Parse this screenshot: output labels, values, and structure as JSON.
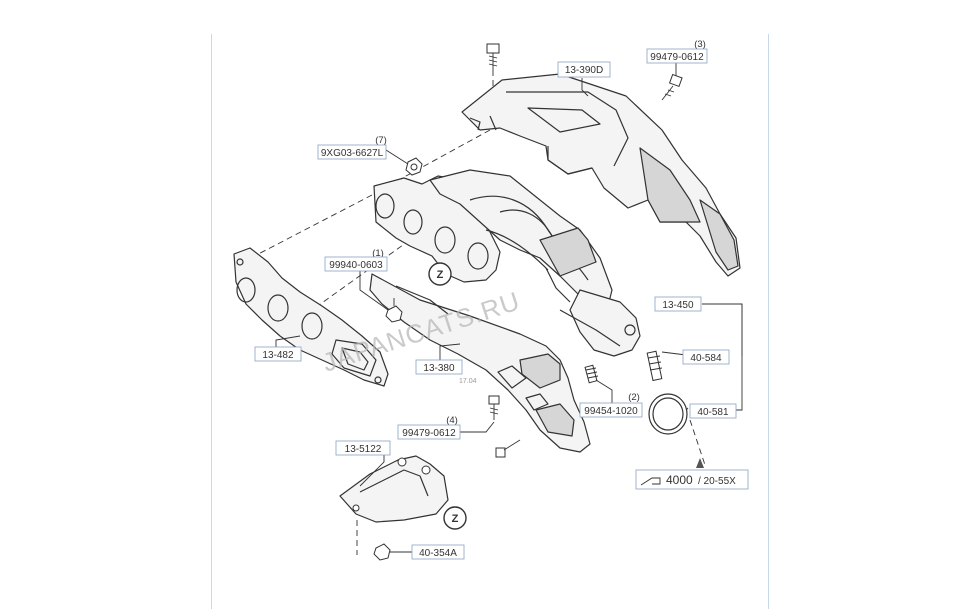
{
  "watermark": "JAPANCATS.RU",
  "faint_tag": "17.04",
  "reference": {
    "main": "4000",
    "sub": "/ 20-55X"
  },
  "detail_marker": "Z",
  "parts": {
    "p13_390D": {
      "code": "13-390D"
    },
    "p99479_0612_top": {
      "code": "99479-0612",
      "qty": "(3)"
    },
    "p9XG03": {
      "code": "9XG03-6627L",
      "qty": "(7)"
    },
    "p99940_0603": {
      "code": "99940-0603",
      "qty": "(1)"
    },
    "p13_482": {
      "code": "13-482"
    },
    "p13_380": {
      "code": "13-380"
    },
    "p13_450": {
      "code": "13-450"
    },
    "p40_584": {
      "code": "40-584"
    },
    "p40_581": {
      "code": "40-581"
    },
    "p99454_1020": {
      "code": "99454-1020",
      "qty": "(2)"
    },
    "p99479_0612_low": {
      "code": "99479-0612",
      "qty": "(4)"
    },
    "p13_5122": {
      "code": "13-5122"
    },
    "p40_354A": {
      "code": "40-354A"
    }
  }
}
